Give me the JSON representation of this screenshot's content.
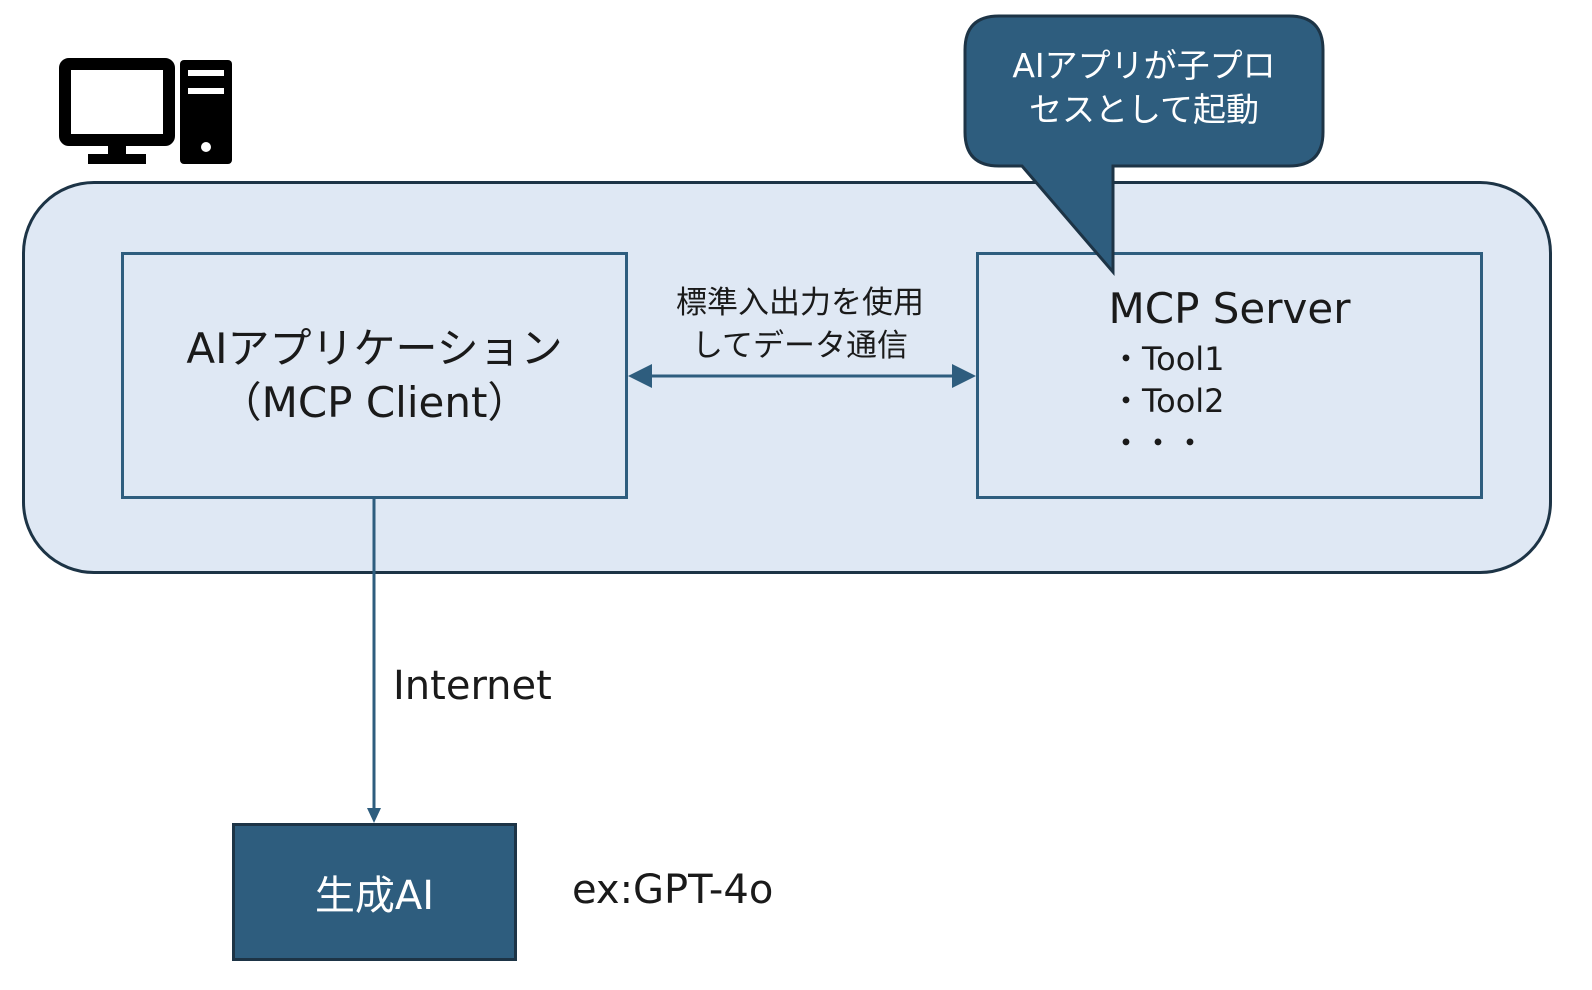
{
  "client": {
    "line1": "AIアプリケーション",
    "line2": "（MCP Client）"
  },
  "server": {
    "title": "MCP Server",
    "tools": [
      "・Tool1",
      "・Tool2",
      "・・・"
    ]
  },
  "connection": {
    "line1": "標準入出力を使用",
    "line2": "してデータ通信"
  },
  "callout": {
    "line1": "AIアプリが子プロ",
    "line2": "セスとして起動"
  },
  "internet_label": "Internet",
  "genai": {
    "label": "生成AI",
    "example": "ex:GPT-4o"
  },
  "colors": {
    "container_fill": "#dfe8f4",
    "accent": "#2e5d7e",
    "dark_stroke": "#1d3446"
  },
  "icons": {
    "computer": "desktop-computer-icon"
  }
}
